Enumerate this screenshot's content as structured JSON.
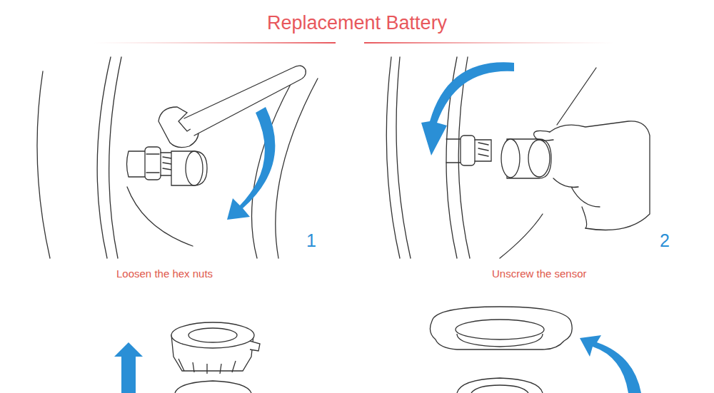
{
  "diagram": {
    "title": "Replacement Battery",
    "labels": [
      "1",
      "Loosen the hex nuts",
      "2",
      "Unscrew the sensor"
    ]
  }
}
